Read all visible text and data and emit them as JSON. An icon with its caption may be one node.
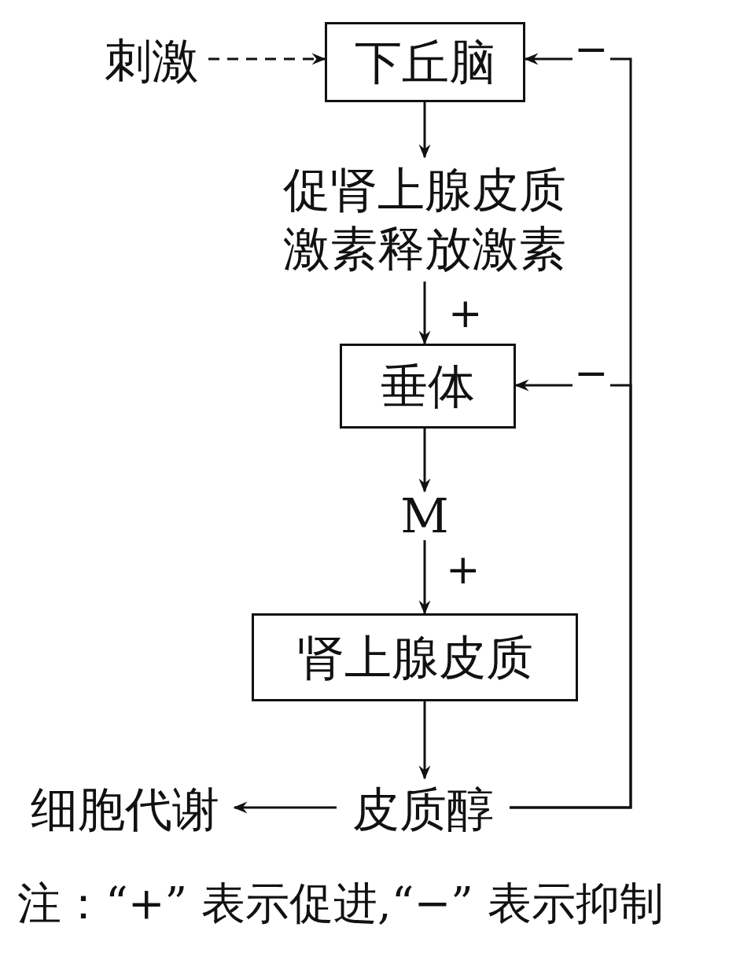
{
  "diagram": {
    "nodes": [
      {
        "text": [
          "刺激"
        ]
      },
      {
        "text": [
          "下丘脑"
        ]
      },
      {
        "text": [
          "促肾上腺皮质激素释放激素"
        ]
      },
      {
        "text": [
          "垂体"
        ]
      },
      {
        "text": [
          "M"
        ]
      },
      {
        "text": [
          "肾上腺皮质"
        ]
      },
      {
        "text": [
          "皮质醇"
        ]
      },
      {
        "text": [
          "细胞代谢"
        ]
      }
    ],
    "edges": [
      {
        "from": 0,
        "to": 1,
        "arrow": "to",
        "style": "dashed"
      },
      {
        "from": 1,
        "to": 2,
        "arrow": "to"
      },
      {
        "from": 2,
        "to": 3,
        "arrow": "to",
        "label": "+"
      },
      {
        "from": 3,
        "to": 4,
        "arrow": "to"
      },
      {
        "from": 4,
        "to": 5,
        "arrow": "to",
        "label": "+"
      },
      {
        "from": 5,
        "to": 6,
        "arrow": "to"
      },
      {
        "from": 6,
        "to": 7,
        "arrow": "to"
      },
      {
        "from": 6,
        "to": 1,
        "arrow": "to",
        "label": "−"
      },
      {
        "from": 6,
        "to": 3,
        "arrow": "to",
        "label": "−"
      }
    ],
    "labels": [
      "注：“+” 表示促进,“−” 表示抑制"
    ]
  }
}
